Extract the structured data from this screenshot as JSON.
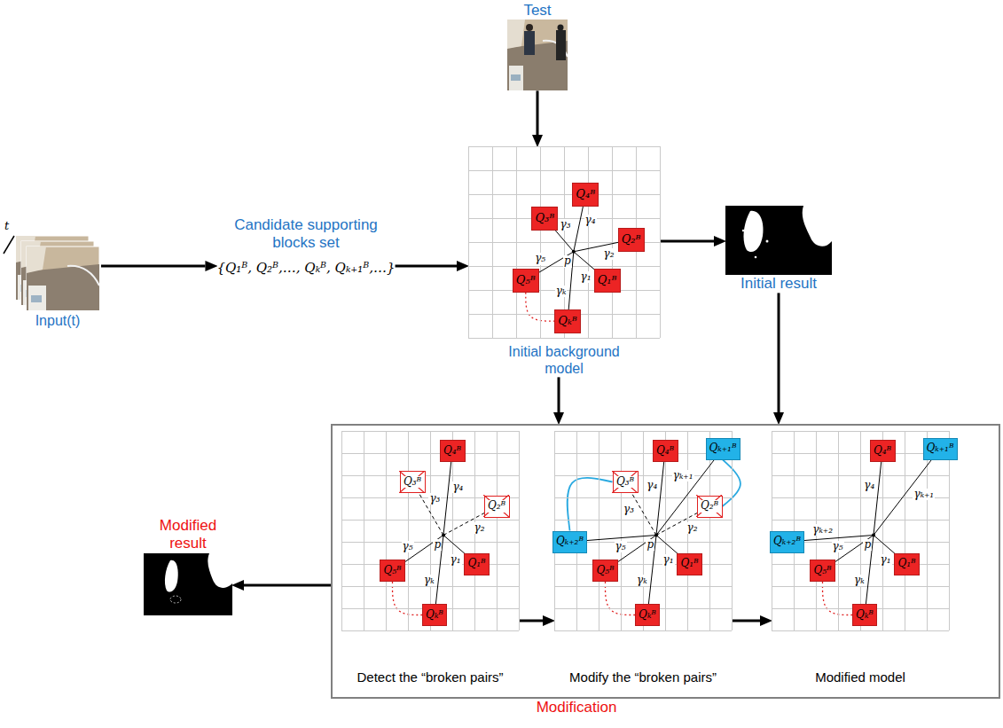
{
  "diagram": {
    "nodes": [
      {
        "text": [
          "Test"
        ]
      },
      {
        "text": [
          "Input(t)"
        ]
      },
      {
        "text": [
          "Candidate supporting blocks set",
          "{Q₁ᴮ, Q₂ᴮ,…, Qₖᴮ, Qₖ₊₁ᴮ,…}"
        ]
      },
      {
        "text": [
          "Initial background model"
        ]
      },
      {
        "text": [
          "Q₄ᴮ"
        ],
        "in": 3
      },
      {
        "text": [
          "Q₃ᴮ"
        ],
        "in": 3
      },
      {
        "text": [
          "Q₂ᴮ"
        ],
        "in": 3
      },
      {
        "text": [
          "Q₅ᴮ"
        ],
        "in": 3
      },
      {
        "text": [
          "Q₁ᴮ"
        ],
        "in": 3
      },
      {
        "text": [
          "Qₖᴮ"
        ],
        "in": 3
      },
      {
        "text": [
          "Initial result"
        ]
      },
      {
        "text": [
          "Modification"
        ]
      },
      {
        "text": [
          "Detect the “broken pairs”"
        ],
        "in": 11
      },
      {
        "text": [
          "Q₄ᴮ"
        ],
        "in": 12
      },
      {
        "text": [
          "Q₃ᴮ"
        ],
        "in": 12
      },
      {
        "text": [
          "Q₂ᴮ"
        ],
        "in": 12
      },
      {
        "text": [
          "Q₅ᴮ"
        ],
        "in": 12
      },
      {
        "text": [
          "Q₁ᴮ"
        ],
        "in": 12
      },
      {
        "text": [
          "Qₖᴮ"
        ],
        "in": 12
      },
      {
        "text": [
          "Modify the “broken pairs”"
        ],
        "in": 11
      },
      {
        "text": [
          "Q₄ᴮ"
        ],
        "in": 19
      },
      {
        "text": [
          "Qₖ₊₁ᴮ"
        ],
        "in": 19
      },
      {
        "text": [
          "Q₃ᴮ"
        ],
        "in": 19
      },
      {
        "text": [
          "Q₂ᴮ"
        ],
        "in": 19
      },
      {
        "text": [
          "Qₖ₊₂ᴮ"
        ],
        "in": 19
      },
      {
        "text": [
          "Q₅ᴮ"
        ],
        "in": 19
      },
      {
        "text": [
          "Q₁ᴮ"
        ],
        "in": 19
      },
      {
        "text": [
          "Qₖᴮ"
        ],
        "in": 19
      },
      {
        "text": [
          "Modified model"
        ],
        "in": 11
      },
      {
        "text": [
          "Q₄ᴮ"
        ],
        "in": 28
      },
      {
        "text": [
          "Qₖ₊₁ᴮ"
        ],
        "in": 28
      },
      {
        "text": [
          "Qₖ₊₂ᴮ"
        ],
        "in": 28
      },
      {
        "text": [
          "Q₅ᴮ"
        ],
        "in": 28
      },
      {
        "text": [
          "Q₁ᴮ"
        ],
        "in": 28
      },
      {
        "text": [
          "Qₖᴮ"
        ],
        "in": 28
      },
      {
        "text": [
          "Modified result"
        ]
      }
    ],
    "edges": [
      {
        "from": 0,
        "to": 3,
        "arrow": "to"
      },
      {
        "from": 1,
        "to": 2,
        "arrow": "to"
      },
      {
        "from": 2,
        "to": 3,
        "arrow": "to"
      },
      {
        "from": 3,
        "to": 10,
        "arrow": "to"
      },
      {
        "from": 3,
        "to": 11,
        "arrow": "to"
      },
      {
        "from": 10,
        "to": 11,
        "arrow": "to"
      },
      {
        "from": 12,
        "to": 19,
        "arrow": "to"
      },
      {
        "from": 19,
        "to": 28,
        "arrow": "to"
      },
      {
        "from": 11,
        "to": 35,
        "arrow": "to"
      },
      {
        "from": 7,
        "to": 9,
        "arrow": "none"
      },
      {
        "from": 16,
        "to": 18,
        "arrow": "none"
      },
      {
        "from": 25,
        "to": 27,
        "arrow": "none"
      },
      {
        "from": 32,
        "to": 34,
        "arrow": "none"
      },
      {
        "from": 22,
        "to": 24,
        "arrow": "none"
      },
      {
        "from": 23,
        "to": 21,
        "arrow": "none"
      }
    ],
    "labels": [
      "t",
      "γ₄",
      "γ₃",
      "γ₂",
      "γ₅",
      "γ₁",
      "γₖ",
      "p",
      "γ₄",
      "γ₃",
      "γ₂",
      "γ₅",
      "γ₁",
      "γₖ",
      "p",
      "γ₄",
      "γₖ₊₁",
      "γ₃",
      "γ₂",
      "γ₅",
      "γ₁",
      "γₖ",
      "p",
      "γ₄",
      "γₖ₊₁",
      "γₖ₊₂",
      "γ₅",
      "γ₁",
      "γₖ",
      "p"
    ]
  }
}
